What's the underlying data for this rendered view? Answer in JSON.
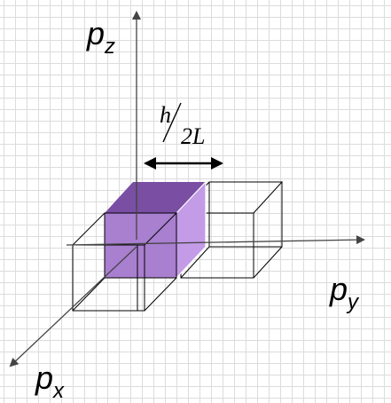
{
  "axes": {
    "z": {
      "main": "p",
      "sub": "z"
    },
    "y": {
      "main": "p",
      "sub": "y"
    },
    "x": {
      "main": "p",
      "sub": "x"
    }
  },
  "spacing_label": {
    "numerator": "h",
    "denominator": "2L"
  },
  "colors": {
    "cube_front": "#a97fd0",
    "cube_top": "#7a4fa3",
    "cube_side": "#c39be6",
    "axis": "#444444",
    "edge": "#000000"
  }
}
